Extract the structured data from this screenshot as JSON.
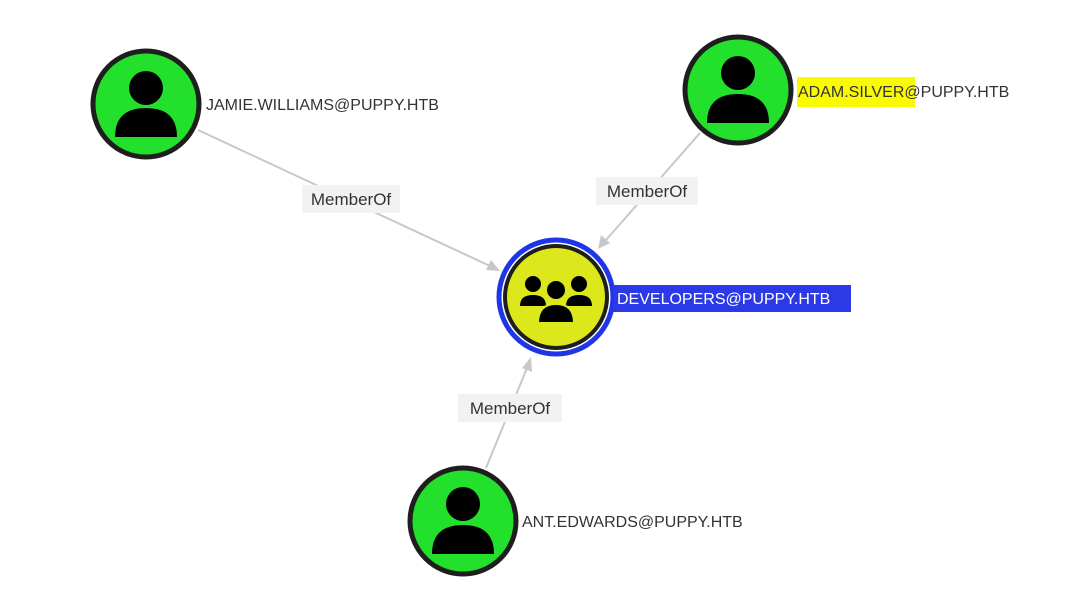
{
  "colors": {
    "user_node": "#22e02b",
    "group_node": "#dde81c",
    "selected_ring": "#1f35e8",
    "selected_label_bg": "#2b3ae6",
    "search_highlight": "#fbfb00",
    "edge": "#c8c8c8"
  },
  "nodes": {
    "jamie": {
      "kind": "user",
      "icon": "user-icon",
      "label": "JAMIE.WILLIAMS@PUPPY.HTB"
    },
    "adam": {
      "kind": "user",
      "icon": "user-icon",
      "label_highlight": "ADAM.SILVER",
      "label_rest": "@PUPPY.HTB"
    },
    "developers": {
      "kind": "group",
      "icon": "group-icon",
      "label": "DEVELOPERS@PUPPY.HTB",
      "selected": true
    },
    "ant": {
      "kind": "user",
      "icon": "user-icon",
      "label": "ANT.EDWARDS@PUPPY.HTB"
    }
  },
  "edges": [
    {
      "from": "JAMIE.WILLIAMS@PUPPY.HTB",
      "to": "DEVELOPERS@PUPPY.HTB",
      "label": "MemberOf"
    },
    {
      "from": "ADAM.SILVER@PUPPY.HTB",
      "to": "DEVELOPERS@PUPPY.HTB",
      "label": "MemberOf"
    },
    {
      "from": "ANT.EDWARDS@PUPPY.HTB",
      "to": "DEVELOPERS@PUPPY.HTB",
      "label": "MemberOf"
    }
  ]
}
